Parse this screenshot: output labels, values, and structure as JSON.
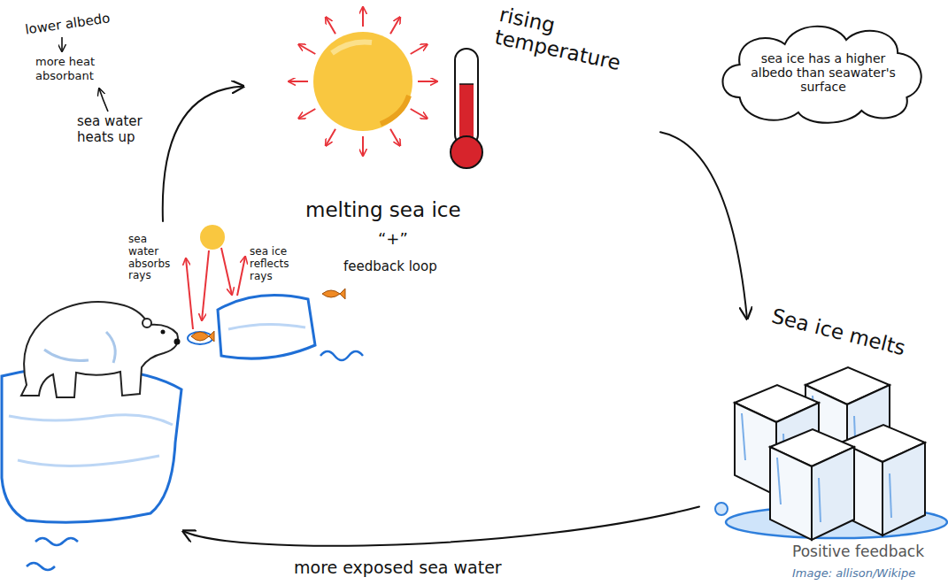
{
  "diagram": {
    "caption": "Positive feedback",
    "nodes": [
      {
        "text": [
          "rising temperature"
        ]
      },
      {
        "text": [
          "Sea ice melts"
        ]
      },
      {
        "text": [
          "sea water absorbs rays",
          "sea ice reflects rays"
        ]
      },
      {
        "text": [
          "sea ice has a higher albedo than seawater's surface"
        ]
      }
    ],
    "edges": [
      {
        "from": 0,
        "to": 1,
        "arrow": "to"
      },
      {
        "from": 1,
        "to": 2,
        "label": "more exposed sea water",
        "arrow": "to"
      },
      {
        "from": 2,
        "to": 0,
        "label": "sea water heats up",
        "arrow": "to"
      }
    ],
    "labels": [
      "lower albedo",
      "more heat absorbant",
      "melting sea ice",
      "“+”",
      "feedback loop",
      "Image: allison/Wikipe"
    ]
  }
}
